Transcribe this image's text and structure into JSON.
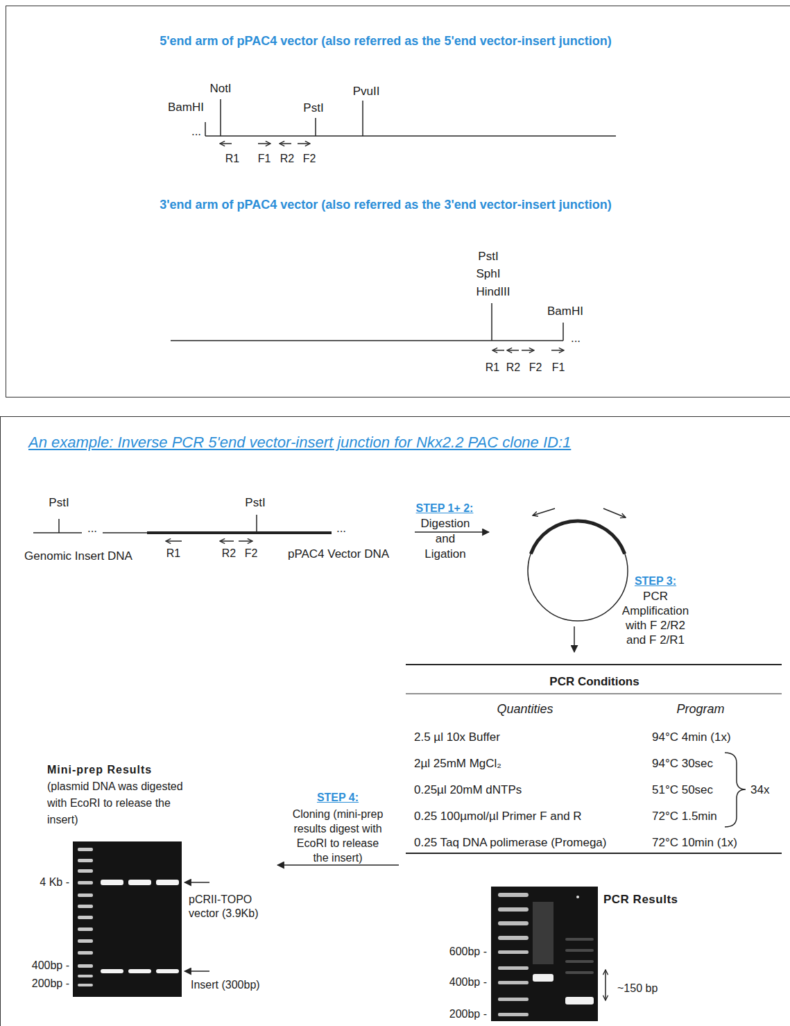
{
  "diagram": {
    "nodes": [
      {
        "text": [
          "5'end arm of pPAC4 vector (also referred as the 5'end vector-insert junction)",
          "3'end arm of pPAC4 vector (also referred as the 3'end vector-insert junction)"
        ]
      },
      {
        "text": [
          "An example:  Inverse PCR 5'end vector-insert junction for Nkx2.2 PAC clone ID:1"
        ]
      }
    ],
    "labels": [
      "BamHI",
      "NotI",
      "PstI",
      "PvuII",
      "...",
      "R1",
      "F1",
      "R2",
      "F2",
      "PstI",
      "SphI",
      "HindIII",
      "BamHI",
      "...",
      "R1",
      "R2",
      "F2",
      "F1",
      "PstI",
      "PstI",
      "...",
      "...",
      "Genomic Insert DNA",
      "R1",
      "R2",
      "F2",
      "pPAC4 Vector DNA",
      "STEP 1+ 2:",
      "Digestion and Ligation",
      "STEP 3:",
      "PCR Amplification with F 2/R2 and F 2/R1",
      "PCR Conditions",
      "Quantities",
      "Program",
      "2.5 µl 10x Buffer",
      "94°C 4min (1x)",
      "2µl 25mM MgCl₂",
      "94°C 30sec",
      "0.25µl 20mM dNTPs",
      "51°C 50sec",
      "0.25 100µmol/µl Primer F and R",
      "72°C 1.5min",
      "0.25 Taq DNA polimerase (Promega)",
      "72°C 10min (1x)",
      "34x",
      "STEP 4:",
      "Cloning (mini-prep results digest with EcoRI to release the insert)",
      "Mini-prep Results",
      "(plasmid DNA was digested with EcoRI to release the insert)",
      "4 Kb -",
      "400bp -",
      "200bp -",
      "pCRII-TOPO vector (3.9Kb)",
      "Insert (300bp)",
      "PCR Results",
      "600bp -",
      "400bp -",
      "200bp -",
      "~150 bp"
    ]
  }
}
